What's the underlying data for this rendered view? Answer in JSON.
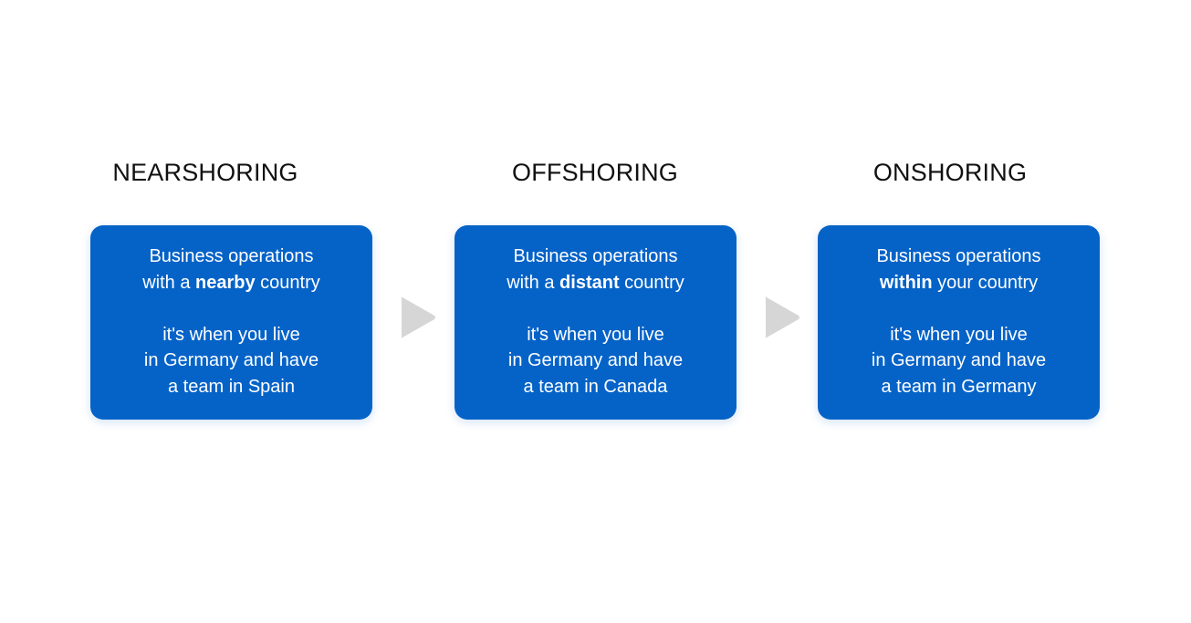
{
  "colors": {
    "card_bg": "#0563c8",
    "card_text": "#ffffff",
    "heading_text": "#111111",
    "arrow": "#d6d6d6",
    "background": "#ffffff"
  },
  "stages": [
    {
      "title": "NEARSHORING",
      "line1": "Business operations",
      "line2_pre": "with a ",
      "line2_bold": "nearby",
      "line2_post": " country",
      "line3": "it's when you live",
      "line4": "in Germany and have",
      "line5": "a team in Spain"
    },
    {
      "title": "OFFSHORING",
      "line1": "Business operations",
      "line2_pre": "with a ",
      "line2_bold": "distant",
      "line2_post": " country",
      "line3": "it's when you live",
      "line4": "in Germany and have",
      "line5": "a team in Canada"
    },
    {
      "title": "ONSHORING",
      "line1": "Business operations",
      "line2_pre": "",
      "line2_bold": "within",
      "line2_post": " your country",
      "line3": "it's when you live",
      "line4": "in Germany and have",
      "line5": "a team in Germany"
    }
  ],
  "arrows": [
    {
      "icon": "play-triangle-icon"
    },
    {
      "icon": "play-triangle-icon"
    }
  ]
}
